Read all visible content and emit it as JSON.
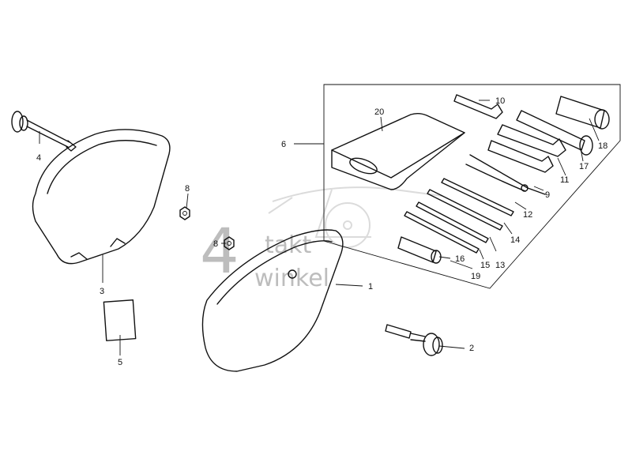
{
  "watermark": {
    "digit": "4",
    "word_top": "takt",
    "word_bottom": "winkel"
  },
  "callouts": [
    "1",
    "2",
    "3",
    "4",
    "5",
    "6",
    "8",
    "8",
    "9",
    "10",
    "11",
    "12",
    "13",
    "14",
    "15",
    "16",
    "17",
    "18",
    "19",
    "20"
  ]
}
